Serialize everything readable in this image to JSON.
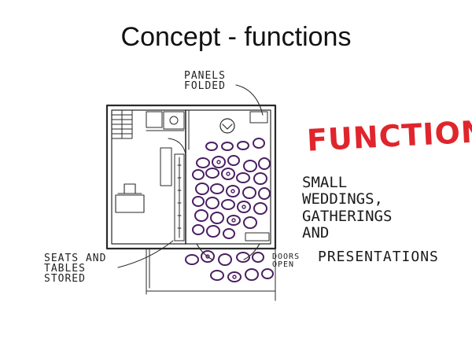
{
  "slide": {
    "title": "Concept - functions"
  },
  "labels": {
    "panels": [
      "PANELS",
      "FOLDED"
    ],
    "seats": [
      "SEATS AND",
      "TABLES",
      "STORED"
    ],
    "doors": [
      "DOORS",
      "OPEN"
    ],
    "functions_heading": "FUNCTIONS",
    "functions_lines": [
      "SMALL",
      "WEDDINGS,",
      "GATHERINGS",
      "AND"
    ],
    "presentations": "PRESENTATIONS"
  },
  "colors": {
    "heading_red": "#e0252c",
    "seat_purple": "#4a1f63",
    "ink": "#222222"
  }
}
